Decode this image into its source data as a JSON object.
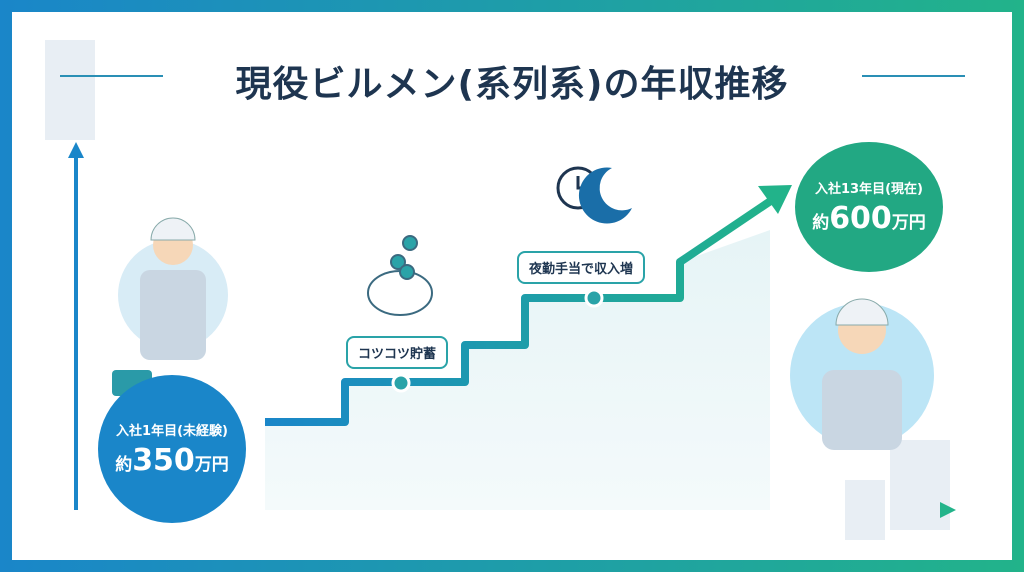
{
  "title": "現役ビルメン(系列系)の年収推移",
  "start": {
    "label": "入社1年目(未経験)",
    "prefix": "約",
    "amount": "350",
    "unit": "万円"
  },
  "end": {
    "label": "入社13年目(現在)",
    "prefix": "約",
    "amount": "600",
    "unit": "万円"
  },
  "milestones": [
    {
      "label": "コツコツ貯蓄",
      "icon": "piggy-bank-icon"
    },
    {
      "label": "夜勤手当で収入増",
      "icon": "clock-moon-icon"
    }
  ],
  "colors": {
    "blue": "#1a86c9",
    "green": "#22b38a",
    "navy": "#1e3550"
  }
}
